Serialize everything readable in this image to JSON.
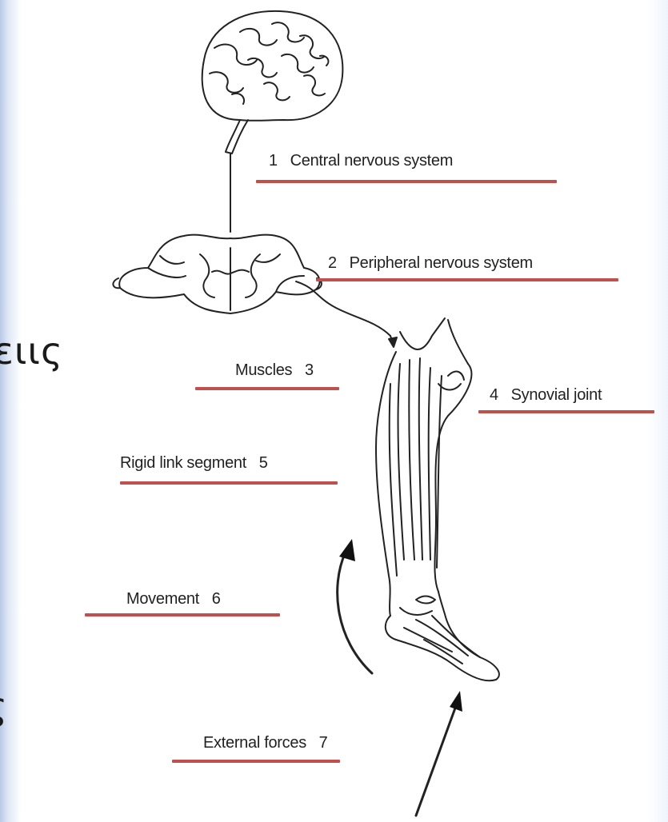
{
  "slide": {
    "text_fragments": [
      "ειις",
      "ς"
    ]
  },
  "diagram": {
    "underline_color": "#c0504d",
    "labels": [
      {
        "id": "cns",
        "number": "1",
        "text": "Central nervous system"
      },
      {
        "id": "pns",
        "number": "2",
        "text": "Peripheral nervous system"
      },
      {
        "id": "muscles",
        "number": "3",
        "text": "Muscles"
      },
      {
        "id": "joint",
        "number": "4",
        "text": "Synovial joint"
      },
      {
        "id": "segment",
        "number": "5",
        "text": "Rigid link segment"
      },
      {
        "id": "movement",
        "number": "6",
        "text": "Movement"
      },
      {
        "id": "forces",
        "number": "7",
        "text": "External forces"
      }
    ]
  }
}
